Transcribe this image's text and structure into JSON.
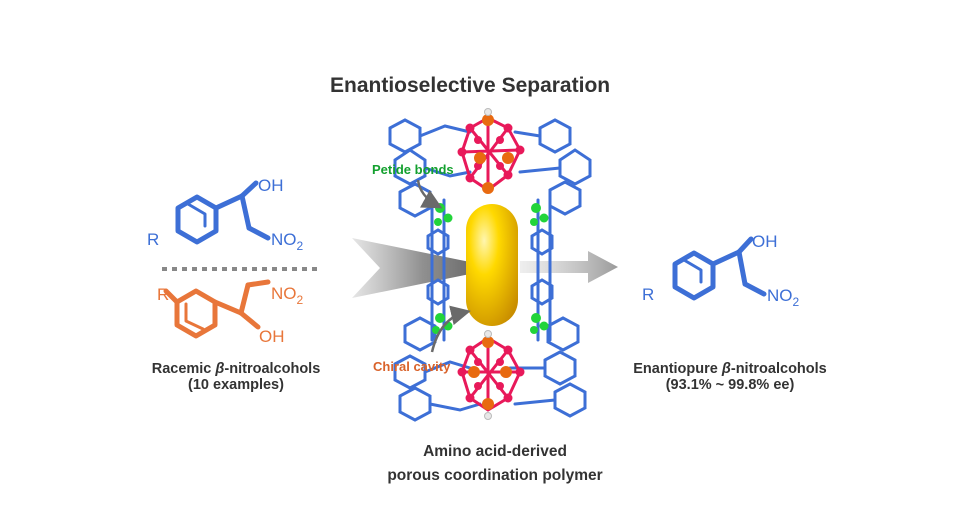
{
  "title": "Enantioselective Separation",
  "left_panel": {
    "caption_line1_prefix": "Racemic ",
    "caption_line1_beta": "β",
    "caption_line1_suffix": "-nitroalcohols",
    "caption_line2": "(10 examples)",
    "blue_molecule": {
      "r_label": "R",
      "oh_label": "OH",
      "no2_label": "NO",
      "no2_sub": "2"
    },
    "orange_molecule": {
      "r_label": "R",
      "oh_label": "OH",
      "no2_label": "NO",
      "no2_sub": "2"
    }
  },
  "right_panel": {
    "caption_line1_prefix": "Enantiopure ",
    "caption_line1_beta": "β",
    "caption_line1_suffix": "-nitroalcohols",
    "caption_line2": "(93.1% ~ 99.8% ee)",
    "molecule": {
      "r_label": "R",
      "oh_label": "OH",
      "no2_label": "NO",
      "no2_sub": "2"
    }
  },
  "center": {
    "label_peptide": "Petide bonds",
    "label_cavity": "Chiral cavity",
    "caption_line1": "Amino acid-derived",
    "caption_line2": "porous coordination polymer"
  },
  "colors": {
    "blue": "#3d6fd6",
    "orange": "#e8763a",
    "green": "#13a02e",
    "dark_orange": "#d9622a",
    "text": "#333333",
    "metal_node": "#e86a10",
    "oxygen": "#e8195a",
    "cavity_yellow": "#f5c400",
    "arrow_gray": "#8a8a8a"
  }
}
